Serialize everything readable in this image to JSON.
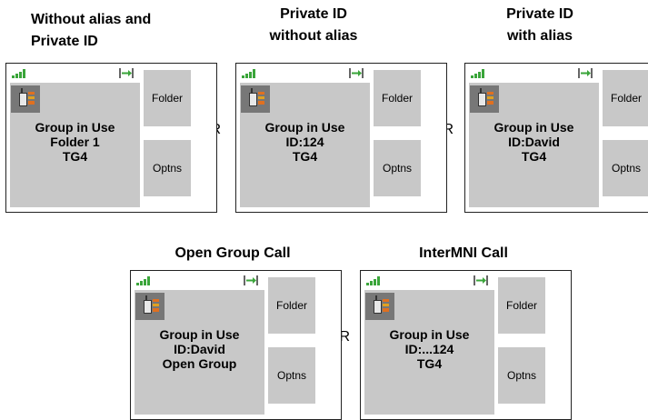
{
  "captions": {
    "c1": [
      "Without alias and",
      "Private ID"
    ],
    "c2": [
      "Private ID",
      "without alias"
    ],
    "c3": [
      "Private ID",
      "with alias"
    ],
    "c4": [
      "Open Group Call"
    ],
    "c5": [
      "InterMNI Call"
    ]
  },
  "or_label": "OR",
  "softkeys": {
    "top": "Folder",
    "bottom": "Optns"
  },
  "screens": [
    {
      "lines": [
        "Group in Use",
        "Folder 1",
        "TG4"
      ]
    },
    {
      "lines": [
        "Group in Use",
        "ID:124",
        "TG4"
      ]
    },
    {
      "lines": [
        "Group in Use",
        "ID:David",
        "TG4"
      ]
    },
    {
      "lines": [
        "Group in Use",
        "ID:David",
        "Open Group"
      ]
    },
    {
      "lines": [
        "Group in Use",
        "ID:...124",
        "TG4"
      ]
    }
  ],
  "icons": {
    "signal": "signal-strength-icon",
    "arrow": "transfer-arrow-icon",
    "radio": "radio-handset-icon"
  },
  "colors": {
    "screen_fill": "#c8c8c8",
    "signal_green": "#3aa53a"
  }
}
